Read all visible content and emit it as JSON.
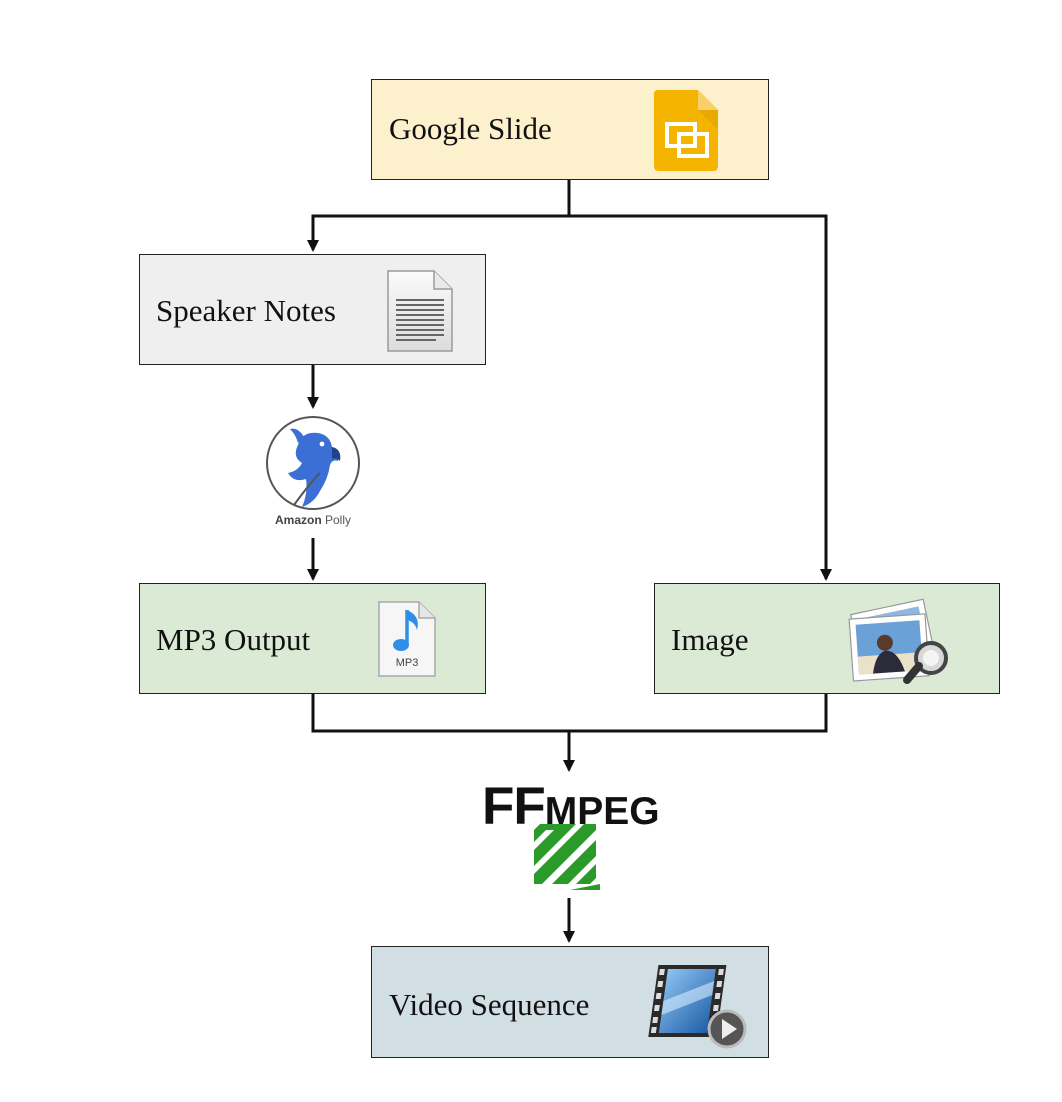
{
  "nodes": {
    "google_slide": {
      "label": "Google Slide",
      "icon": "google-slides-icon",
      "color": "#fdf0cd"
    },
    "speaker_notes": {
      "label": "Speaker Notes",
      "icon": "document-icon",
      "color": "#efefef"
    },
    "amazon_polly": {
      "label_part1": "Amazon",
      "label_part2": " Polly",
      "icon": "amazon-polly-parrot-icon"
    },
    "mp3_output": {
      "label": "MP3 Output",
      "icon": "mp3-file-icon",
      "icon_text": "MP3",
      "color": "#dbead5"
    },
    "image": {
      "label": "Image",
      "icon": "photo-preview-icon",
      "color": "#dbead5"
    },
    "ffmpeg": {
      "label_part1": "FF",
      "label_part2": "MPEG",
      "icon": "ffmpeg-logo",
      "color": "#2a9a2a"
    },
    "video_sequence": {
      "label": "Video Sequence",
      "icon": "video-film-icon",
      "color": "#d1dee3"
    }
  },
  "edges": [
    {
      "from": "google_slide",
      "to": "speaker_notes"
    },
    {
      "from": "google_slide",
      "to": "image"
    },
    {
      "from": "speaker_notes",
      "to": "amazon_polly"
    },
    {
      "from": "amazon_polly",
      "to": "mp3_output"
    },
    {
      "from": "mp3_output",
      "to": "ffmpeg"
    },
    {
      "from": "image",
      "to": "ffmpeg"
    },
    {
      "from": "ffmpeg",
      "to": "video_sequence"
    }
  ]
}
